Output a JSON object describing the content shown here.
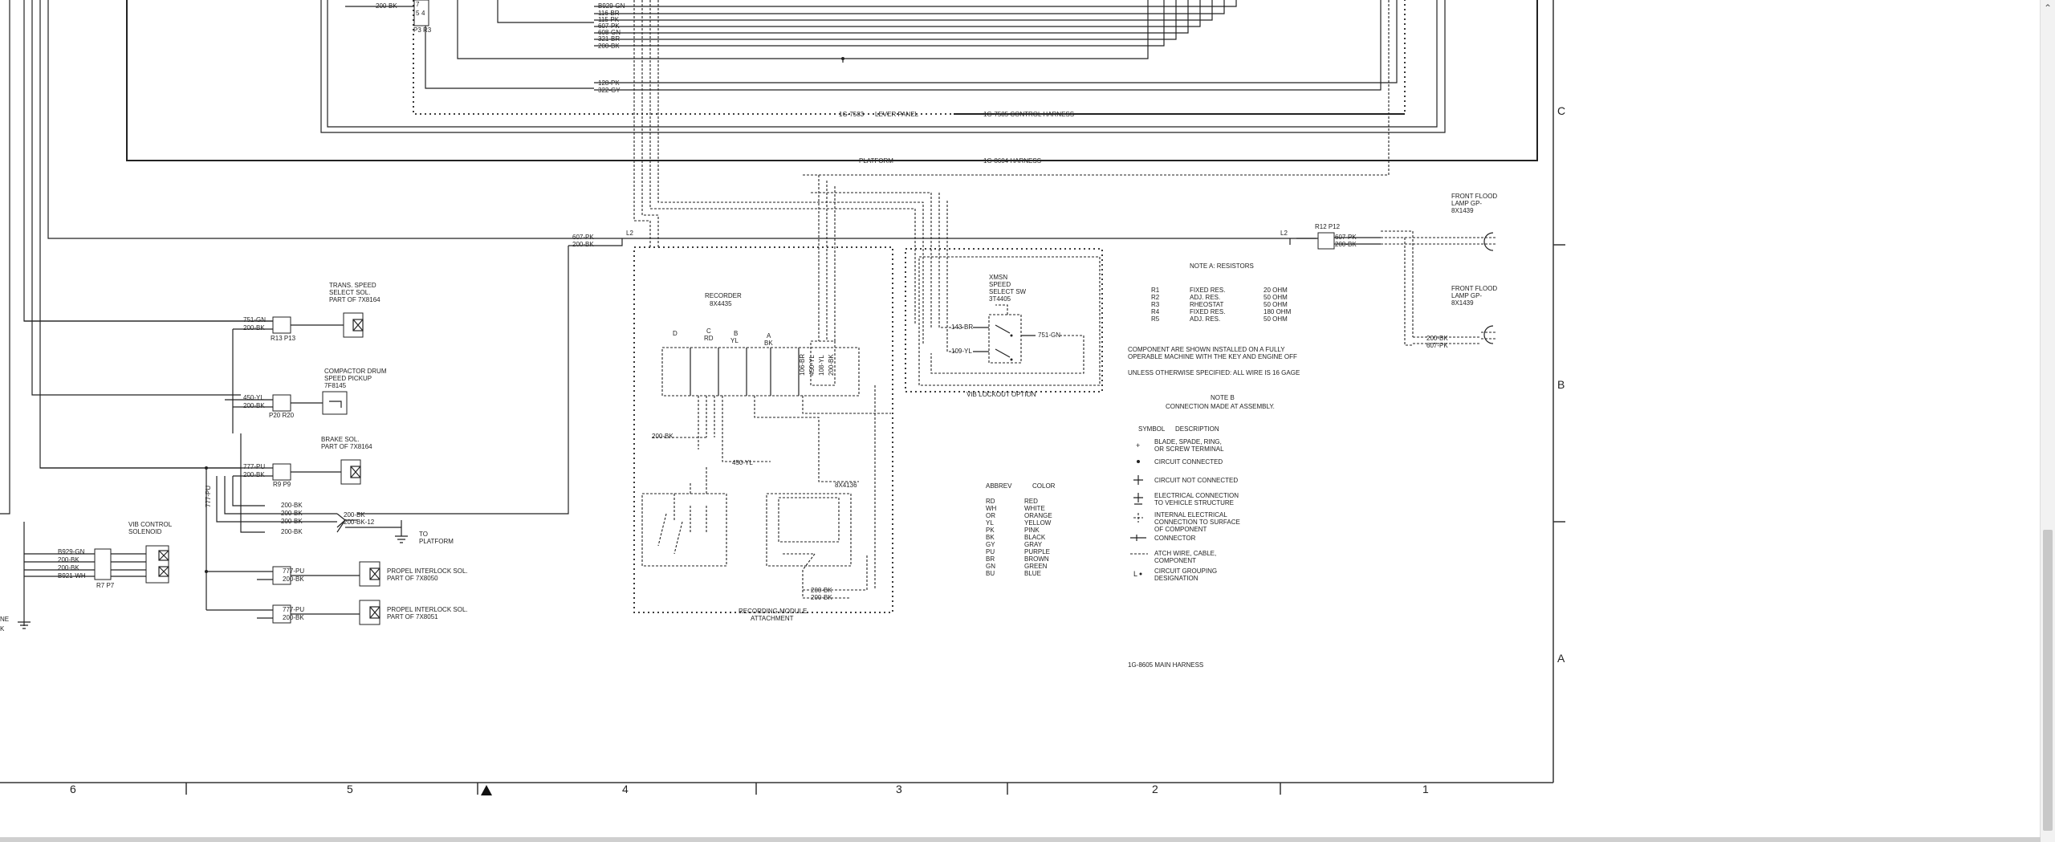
{
  "grid": {
    "rows": [
      "C",
      "B",
      "A"
    ],
    "columns": [
      "6",
      "5",
      "4",
      "3",
      "2",
      "1"
    ]
  },
  "harness": {
    "lever_panel": "1G-7583",
    "lever_panel_label": "LEVER PANEL",
    "control_harness": "1G-7585 CONTROL HARNESS",
    "platform": "PLATFORM",
    "platform_harness": "1G-8604 HARNESS",
    "main_harness": "1G-8605 MAIN HARNESS"
  },
  "top_wires": [
    "B929-GN",
    "116-BR",
    "115-PK",
    "607-PK",
    "608-GN",
    "321-BR",
    "200-BK"
  ],
  "top_wires2": [
    "128-PK",
    "322-GY"
  ],
  "top_left": {
    "wire": "200-BK",
    "pins": "P3 R3",
    "pin7": "7",
    "pin5": "5",
    "pin4": "4"
  },
  "mid_wires": {
    "a": "607-PK",
    "b": "200-BK",
    "l2": "L2"
  },
  "components": {
    "trans_speed": {
      "l1": "TRANS. SPEED",
      "l2": "SELECT SOL.",
      "l3": "PART OF 7X8164",
      "w1": "751-GN",
      "w2": "200-BK",
      "pins": "R13 P13"
    },
    "compactor": {
      "l1": "COMPACTOR DRUM",
      "l2": "SPEED PICKUP",
      "l3": "7F8145",
      "w1": "450-YL",
      "w2": "200-BK",
      "pins": "P20 R20"
    },
    "brake": {
      "l1": "BRAKE SOL.",
      "l2": "PART OF 7X8164",
      "w1": "777-PU",
      "w2": "200-BK",
      "pins": "R9 P9"
    },
    "vib": {
      "l1": "VIB CONTROL",
      "l2": "SOLENOID",
      "pins": "R7 P7",
      "w": [
        "B929-GN",
        "200-BK",
        "200-BK",
        "B921-WH"
      ]
    },
    "propel1": {
      "l1": "PROPEL INTERLOCK SOL.",
      "l2": "PART OF 7X8050",
      "w1": "777-PU",
      "w2": "200-BK"
    },
    "propel2": {
      "l1": "PROPEL INTERLOCK SOL.",
      "l2": "PART OF 7X8051",
      "w1": "777-PU",
      "w2": "200-BK"
    },
    "platform_gnd": {
      "l1": "TO",
      "l2": "PLATFORM",
      "wa": "200-BK",
      "wb": "200-BK-12"
    },
    "vert_wire": "777-PU",
    "bk_wires": [
      "200-BK",
      "200-BK",
      "200-BK",
      "200-BK"
    ]
  },
  "recorder": {
    "title": "RECORDER",
    "part": "8X4435",
    "cols": [
      "D",
      "C",
      "B",
      "A"
    ],
    "col_colors": [
      "RD",
      "YL",
      "BK"
    ],
    "w1": "200-BK",
    "w2": "450-YL",
    "vert": [
      "106-BR",
      "450-YL",
      "108-YL",
      "200-BK"
    ],
    "part2": "8X4136",
    "module_l1": "RECORDING MODULE",
    "module_l2": "ATTACHMENT",
    "bottom": [
      "200-BK",
      "200-BK"
    ]
  },
  "xmsn": {
    "l1": "XMSN",
    "l2": "SPEED",
    "l3": "SELECT SW",
    "l4": "3T4405",
    "w1": "143-BR",
    "w2": "109-YL",
    "w3": "751-GN",
    "lockout": "VIB LOCKOUT OPTION"
  },
  "lamps": {
    "pins": "R12 P12",
    "l2": "L2",
    "w1": "607-PK",
    "w2": "200-BK",
    "w3": "200-BK",
    "w4": "607-PK",
    "lamp1": [
      "FRONT FLOOD",
      "LAMP GP-",
      "8X1439"
    ],
    "lamp2": [
      "FRONT FLOOD",
      "LAMP GP-",
      "8X1439"
    ]
  },
  "notes": {
    "note_a": "NOTE A:  RESISTORS",
    "resistors": [
      [
        "R1",
        "FIXED RES.",
        "20 OHM"
      ],
      [
        "R2",
        "ADJ. RES.",
        "50 OHM"
      ],
      [
        "R3",
        "RHEOSTAT",
        "50 OHM"
      ],
      [
        "R4",
        "FIXED RES.",
        "180 OHM"
      ],
      [
        "R5",
        "ADJ. RES.",
        "50 OHM"
      ]
    ],
    "component_l1": "COMPONENT ARE SHOWN INSTALLED ON A FULLY",
    "component_l2": "OPERABLE MACHINE WITH THE KEY AND ENGINE OFF",
    "unless": "UNLESS OTHERWISE SPECIFIED: ALL WIRE IS 16 GAGE",
    "note_b": "NOTE B",
    "note_b_text": "CONNECTION MADE AT ASSEMBLY.",
    "symbol_hdr": "SYMBOL",
    "desc_hdr": "DESCRIPTION",
    "symbols": [
      [
        "BLADE, SPADE, RING,",
        "OR SCREW TERMINAL",
        ""
      ],
      [
        "CIRCUIT CONNECTED",
        "",
        ""
      ],
      [
        "CIRCUIT NOT CONNECTED",
        "",
        ""
      ],
      [
        "ELECTRICAL CONNECTION",
        "TO VEHICLE STRUCTURE",
        ""
      ],
      [
        "INTERNAL ELECTRICAL",
        "CONNECTION TO SURFACE",
        "OF COMPONENT"
      ],
      [
        "CONNECTOR",
        "",
        ""
      ],
      [
        "ATCH WIRE, CABLE,",
        "COMPONENT",
        ""
      ],
      [
        "CIRCUIT GROUPING",
        "DESIGNATION",
        ""
      ]
    ],
    "abbrev_hdr": "ABBREV",
    "color_hdr": "COLOR",
    "abbrevs": [
      [
        "RD",
        "RED"
      ],
      [
        "WH",
        "WHITE"
      ],
      [
        "OR",
        "ORANGE"
      ],
      [
        "YL",
        "YELLOW"
      ],
      [
        "PK",
        "PINK"
      ],
      [
        "BK",
        "BLACK"
      ],
      [
        "GY",
        "GRAY"
      ],
      [
        "PU",
        "PURPLE"
      ],
      [
        "BR",
        "BROWN"
      ],
      [
        "GN",
        "GREEN"
      ],
      [
        "BU",
        "BLUE"
      ]
    ]
  },
  "edge": {
    "t1": "NE",
    "t2": "K"
  }
}
